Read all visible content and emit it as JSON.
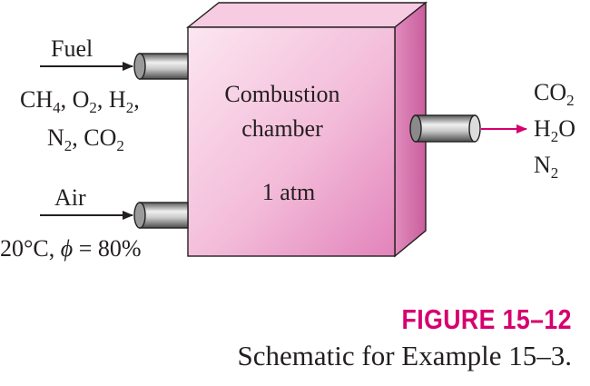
{
  "fuel_input": {
    "label": "Fuel",
    "species": [
      {
        "base": "CH",
        "sub": "4",
        "after": ", "
      },
      {
        "base": "O",
        "sub": "2",
        "after": ", "
      },
      {
        "base": "H",
        "sub": "2",
        "after": ","
      }
    ],
    "species_line2": [
      {
        "base": "N",
        "sub": "2",
        "after": ", "
      },
      {
        "base": "CO",
        "sub": "2",
        "after": ""
      }
    ]
  },
  "air_input": {
    "label": "Air",
    "conditions": "20°C, ",
    "phi_symbol": "ϕ",
    "phi_value": " = 80%"
  },
  "chamber": {
    "line1": "Combustion",
    "line2": "chamber",
    "pressure": "1 atm"
  },
  "products": [
    {
      "base": "CO",
      "sub": "2",
      "after": ""
    },
    {
      "base": "H",
      "sub": "2",
      "after": "O"
    },
    {
      "base": "N",
      "sub": "2",
      "after": ""
    }
  ],
  "figure": {
    "label": "FIGURE 15–12",
    "caption": "Schematic for Example 15–3."
  },
  "colors": {
    "accent": "#d6006f",
    "box_front_light": "#fbe3f0",
    "box_front_dark": "#e58cbf",
    "box_top": "#f6c6df",
    "box_side": "#d46ea9",
    "pipe_light": "#e9e9e9",
    "pipe_dark": "#6b6b6b"
  }
}
